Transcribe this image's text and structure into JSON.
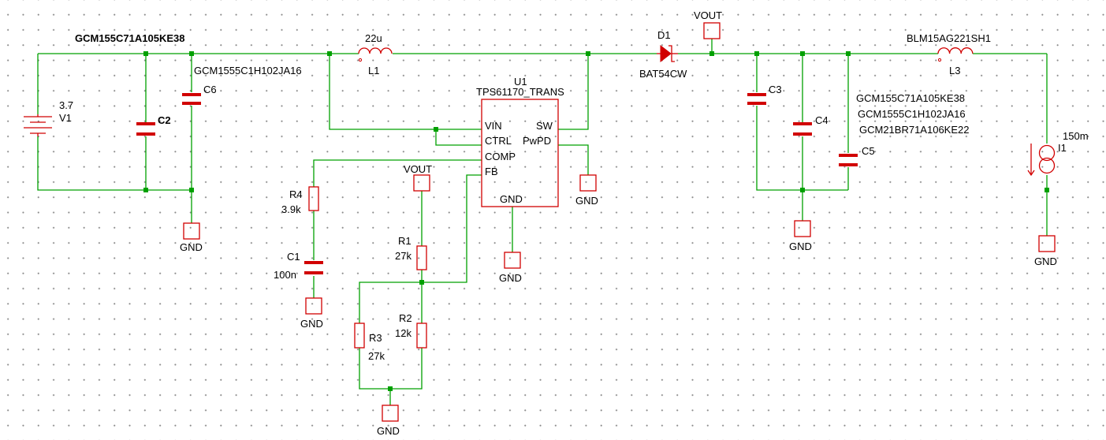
{
  "labels": {
    "c2_part": "GCM155C71A105KE38",
    "c6_part": "GCM1555C1H102JA16",
    "v1_value": "3.7",
    "v1_name": "V1",
    "c2_name": "C2",
    "c6_name": "C6",
    "gnd": "GND",
    "l1_value": "22u",
    "l1_name": "L1",
    "u1_name": "U1",
    "u1_part": "TPS61170_TRANS",
    "pin_vin": "VIN",
    "pin_ctrl": "CTRL",
    "pin_comp": "COMP",
    "pin_fb": "FB",
    "pin_sw": "SW",
    "pin_pwpd": "PwPD",
    "pin_gnd": "GND",
    "r4_name": "R4",
    "r4_value": "3.9k",
    "c1_name": "C1",
    "c1_value": "100n",
    "vout": "VOUT",
    "r1_name": "R1",
    "r1_value": "27k",
    "r2_name": "R2",
    "r2_value": "12k",
    "r3_name": "R3",
    "r3_value": "27k",
    "d1_name": "D1",
    "d1_part": "BAT54CW",
    "c3_name": "C3",
    "c4_name": "C4",
    "c5_name": "C5",
    "cap_part_1": "GCM155C71A105KE38",
    "cap_part_2": "GCM1555C1H102JA16",
    "cap_part_3": "GCM21BR71A106KE22",
    "l3_part": "BLM15AG221SH1",
    "l3_name": "L3",
    "i1_value": "150m",
    "i1_name": "I1"
  },
  "colors": {
    "wire": "#00a000",
    "component": "#d10000",
    "text": "#000000",
    "grid_dot": "#8a8a8a"
  }
}
